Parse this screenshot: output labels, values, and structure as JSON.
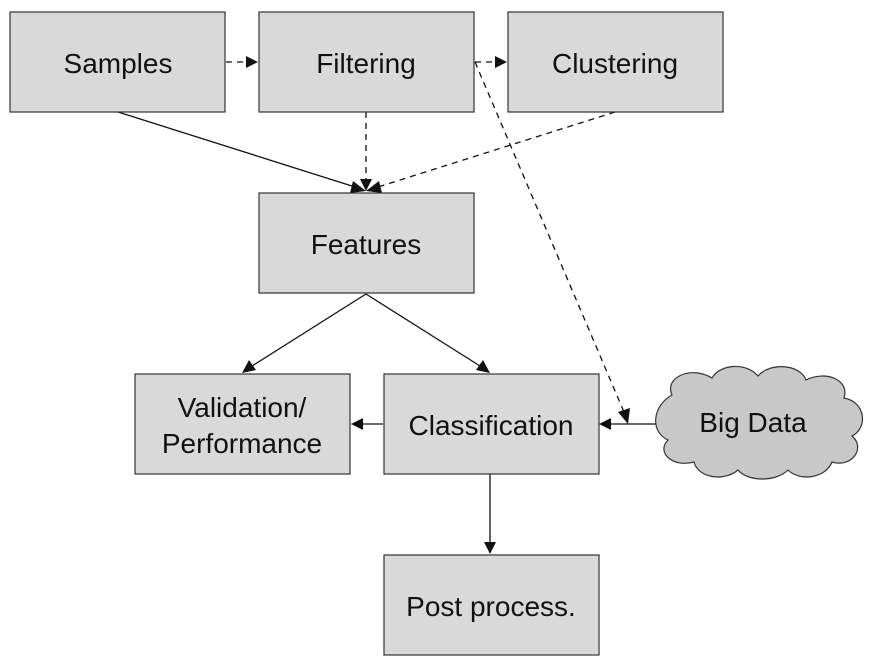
{
  "diagram": {
    "nodes": {
      "samples": {
        "label": "Samples"
      },
      "filtering": {
        "label": "Filtering"
      },
      "clustering": {
        "label": "Clustering"
      },
      "features": {
        "label": "Features"
      },
      "validation": {
        "label_line1": "Validation/",
        "label_line2": "Performance"
      },
      "classification": {
        "label": "Classification"
      },
      "bigdata": {
        "label": "Big Data"
      },
      "postprocess": {
        "label": "Post process."
      }
    },
    "edges": [
      {
        "from": "Samples",
        "to": "Filtering",
        "style": "dashed"
      },
      {
        "from": "Filtering",
        "to": "Clustering",
        "style": "dashed"
      },
      {
        "from": "Samples",
        "to": "Features",
        "style": "solid"
      },
      {
        "from": "Filtering",
        "to": "Features",
        "style": "dashed"
      },
      {
        "from": "Clustering",
        "to": "Features",
        "style": "dashed"
      },
      {
        "from": "Filtering",
        "to": "Classification",
        "style": "dashed"
      },
      {
        "from": "Features",
        "to": "Validation/Performance",
        "style": "solid"
      },
      {
        "from": "Features",
        "to": "Classification",
        "style": "solid"
      },
      {
        "from": "Classification",
        "to": "Validation/Performance",
        "style": "solid"
      },
      {
        "from": "Big Data",
        "to": "Classification",
        "style": "solid"
      },
      {
        "from": "Classification",
        "to": "Post process.",
        "style": "solid"
      }
    ]
  }
}
